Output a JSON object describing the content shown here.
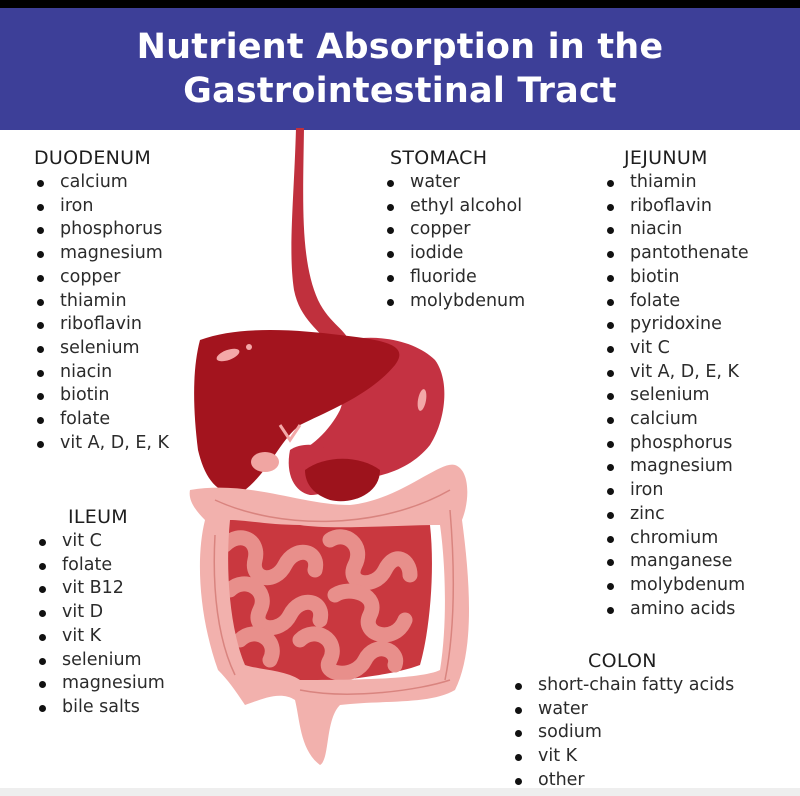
{
  "header": {
    "title_line1": "Nutrient Absorption in the",
    "title_line2": "Gastrointestinal Tract",
    "background_color": "#3d3f98",
    "text_color": "#ffffff"
  },
  "sections": {
    "duodenum": {
      "title": "DUODENUM",
      "items": [
        "calcium",
        "iron",
        "phosphorus",
        "magnesium",
        "copper",
        "thiamin",
        "riboflavin",
        "selenium",
        "niacin",
        "biotin",
        "folate",
        "vit A, D, E, K"
      ]
    },
    "stomach": {
      "title": "STOMACH",
      "items": [
        "water",
        "ethyl alcohol",
        "copper",
        "iodide",
        "fluoride",
        "molybdenum"
      ]
    },
    "jejunum": {
      "title": "JEJUNUM",
      "items": [
        "thiamin",
        "riboflavin",
        "niacin",
        "pantothenate",
        "biotin",
        "folate",
        "pyridoxine",
        "vit C",
        "vit A, D, E, K",
        "selenium",
        "calcium",
        "phosphorus",
        "magnesium",
        "iron",
        "zinc",
        "chromium",
        "manganese",
        "molybdenum",
        "amino acids"
      ]
    },
    "ileum": {
      "title": "ILEUM",
      "items": [
        "vit C",
        "folate",
        "vit B12",
        "vit D",
        "vit K",
        "selenium",
        "magnesium",
        "bile salts"
      ]
    },
    "colon": {
      "title": "COLON",
      "items": [
        "short-chain fatty acids",
        "water",
        "sodium",
        "vit K",
        "other"
      ]
    }
  },
  "illustration": {
    "subject": "digestive-tract",
    "colors": {
      "esophagus": "#c0303d",
      "liver": "#a3141e",
      "stomach": "#c43242",
      "large_intestine": "#f2b1ad",
      "small_intestine": "#e88f8b",
      "small_intestine_bg": "#c9383f"
    }
  }
}
